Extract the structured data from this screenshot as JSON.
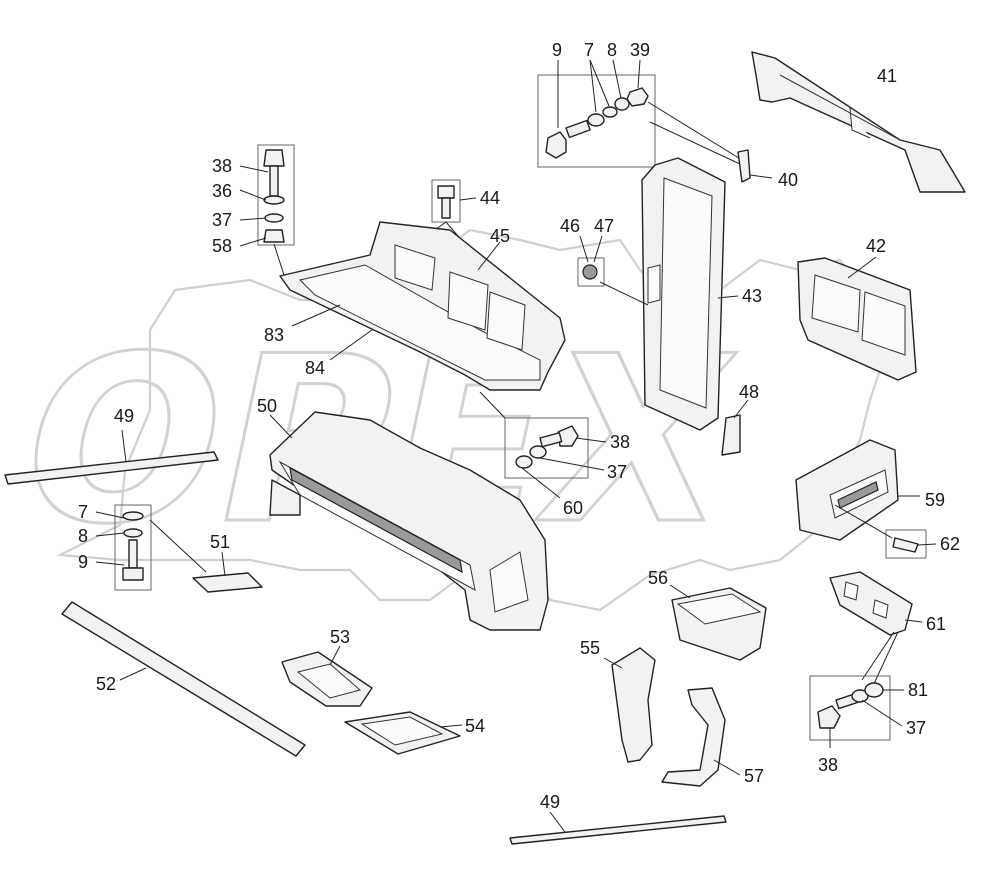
{
  "watermark": {
    "text": "OPEX"
  },
  "callouts": {
    "c9a": "9",
    "c7a": "7",
    "c8a": "8",
    "c39": "39",
    "c41": "41",
    "c40": "40",
    "c38a": "38",
    "c36": "36",
    "c37a": "37",
    "c58": "58",
    "c44": "44",
    "c45": "45",
    "c46": "46",
    "c47": "47",
    "c42": "42",
    "c43": "43",
    "c83": "83",
    "c84": "84",
    "c49a": "49",
    "c50": "50",
    "c38b": "38",
    "c37b": "37",
    "c60": "60",
    "c48": "48",
    "c59": "59",
    "c62": "62",
    "c7b": "7",
    "c8b": "8",
    "c9b": "9",
    "c51": "51",
    "c56": "56",
    "c61": "61",
    "c52": "52",
    "c53": "53",
    "c54": "54",
    "c55": "55",
    "c57": "57",
    "c81": "81",
    "c37c": "37",
    "c38c": "38",
    "c49b": "49"
  }
}
